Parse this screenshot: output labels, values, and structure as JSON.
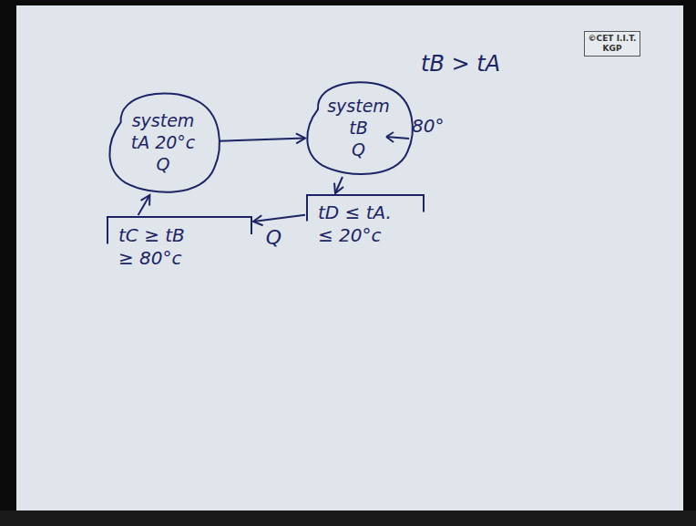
{
  "diagram": {
    "nodes": [
      {
        "text": [
          "system",
          "tA 20°c",
          "Q"
        ]
      },
      {
        "text": [
          "system",
          "tB",
          "Q"
        ]
      },
      {
        "text": [
          "tC ≥ tB",
          "≥ 80°c"
        ]
      },
      {
        "text": [
          "tD ≤ tA.",
          "≤ 20°c"
        ]
      }
    ],
    "edges": [
      {
        "from": 0,
        "to": 1,
        "arrow": "to"
      },
      {
        "from": 2,
        "to": 0,
        "arrow": "to"
      },
      {
        "from": 1,
        "to": 3,
        "arrow": "to"
      },
      {
        "from": 3,
        "to": 2,
        "label": "Q",
        "arrow": "to"
      }
    ],
    "labels": [
      "tB > tA",
      "80°",
      "©CET I.I.T. KGP"
    ]
  }
}
